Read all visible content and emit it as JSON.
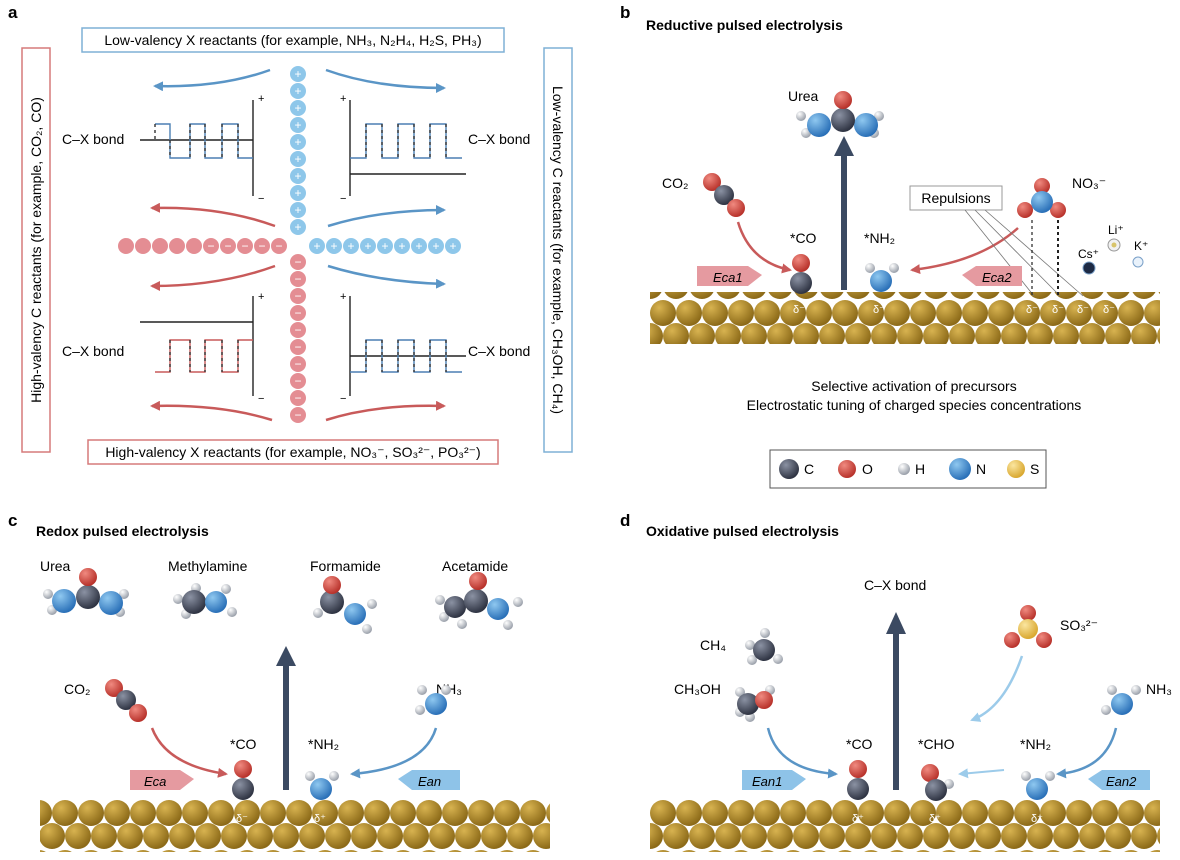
{
  "panels": {
    "a": {
      "letter": "a",
      "top_box": "Low-valency X reactants (for example, NH₃, N₂H₄, H₂S, PH₃)",
      "bottom_box": "High-valency X reactants (for example, NO₃⁻, SO₃²⁻, PO₃²⁻)",
      "left_box": "High-valency C reactants (for example, CO₂, CO)",
      "right_box": "Low-valency C reactants (for example, CH₃OH, CH₄)",
      "bond_label": "C–X bond",
      "plus_sign": "+",
      "minus_sign": "−"
    },
    "b": {
      "letter": "b",
      "title": "Reductive pulsed electrolysis",
      "urea": "Urea",
      "co2": "CO₂",
      "co_ads": "*CO",
      "nh2_ads": "*NH₂",
      "no3": "NO₃⁻",
      "repulsions": "Repulsions",
      "li": "Li⁺",
      "cs": "Cs⁺",
      "k": "K⁺",
      "e_ca1": "Eca1",
      "e_ca2": "Eca2",
      "delta": "δ⁻",
      "caption_1": "Selective activation of precursors",
      "caption_2": "Electrostatic tuning of charged species concentrations"
    },
    "legend": [
      {
        "label": "C",
        "color": "#4a5060"
      },
      {
        "label": "O",
        "color": "#d9473e"
      },
      {
        "label": "H",
        "color": "#c8ccd4"
      },
      {
        "label": "N",
        "color": "#3f8fd4"
      },
      {
        "label": "S",
        "color": "#f2cb57"
      }
    ],
    "c": {
      "letter": "c",
      "title": "Redox pulsed electrolysis",
      "products": [
        "Urea",
        "Methylamine",
        "Formamide",
        "Acetamide"
      ],
      "co2": "CO₂",
      "nh3": "NH₃",
      "co_ads": "*CO",
      "nh2_ads": "*NH₂",
      "e_ca": "Eca",
      "e_an": "Ean",
      "delta_minus": "δ⁻",
      "delta_plus": "δ⁺"
    },
    "d": {
      "letter": "d",
      "title": "Oxidative pulsed electrolysis",
      "bond": "C–X bond",
      "ch4": "CH₄",
      "ch3oh": "CH₃OH",
      "so3": "SO₃²⁻",
      "nh3": "NH₃",
      "co_ads": "*CO",
      "cho_ads": "*CHO",
      "nh2_ads": "*NH₂",
      "e_an1": "Ean1",
      "e_an2": "Ean2",
      "delta_plus": "δ⁺"
    }
  },
  "colors": {
    "blue_charge": "#8ec7ea",
    "red_charge": "#e48d93",
    "blue_arrow": "#5a95c6",
    "red_arrow": "#c85a5a",
    "surface": "#b08a2a",
    "dark_arrow": "#3b4a62"
  }
}
